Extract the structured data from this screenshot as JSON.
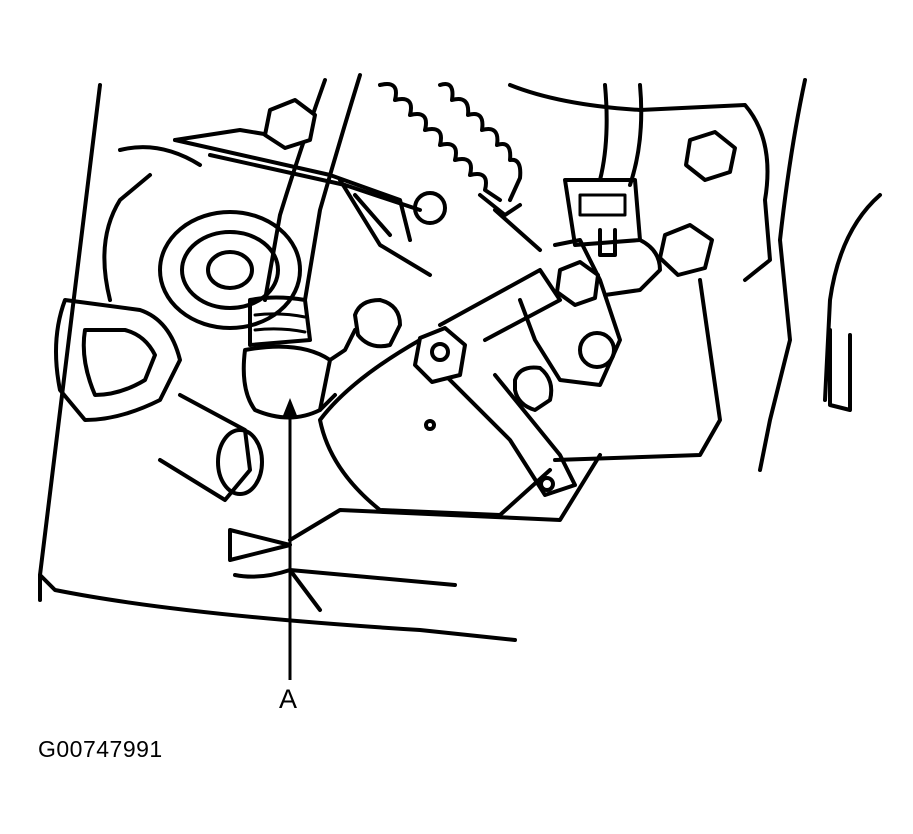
{
  "diagram": {
    "callouts": [
      {
        "label": "A",
        "target": "hose-connector"
      }
    ],
    "figure_id": "G00747991",
    "colors": {
      "ink": "#000000",
      "background": "#ffffff"
    }
  }
}
